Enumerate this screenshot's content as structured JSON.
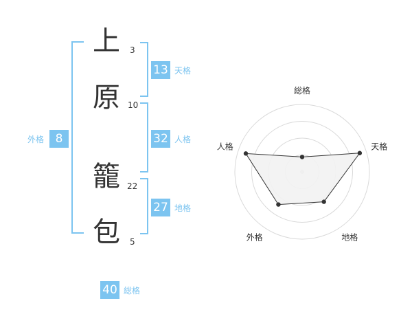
{
  "name": {
    "characters": [
      {
        "char": "上",
        "strokes": "3"
      },
      {
        "char": "原",
        "strokes": "10"
      },
      {
        "char": "籠",
        "strokes": "22"
      },
      {
        "char": "包",
        "strokes": "5"
      }
    ]
  },
  "fortunes": {
    "tenkaku": {
      "value": "13",
      "label": "天格"
    },
    "jinkaku": {
      "value": "32",
      "label": "人格"
    },
    "chikaku": {
      "value": "27",
      "label": "地格"
    },
    "gaikaku": {
      "value": "8",
      "label": "外格"
    },
    "soukaku": {
      "value": "40",
      "label": "総格"
    }
  },
  "colors": {
    "accent": "#7cc4f0",
    "text": "#333333",
    "radar_fill": "#f2f2f2",
    "radar_grid": "#d9d9d9",
    "radar_line": "#333333"
  },
  "chart_data": {
    "type": "radar",
    "axes": [
      "総格",
      "天格",
      "地格",
      "外格",
      "人格"
    ],
    "values": [
      0.22,
      0.9,
      0.55,
      0.6,
      0.88
    ],
    "rings": 4,
    "range": [
      0,
      1
    ]
  }
}
